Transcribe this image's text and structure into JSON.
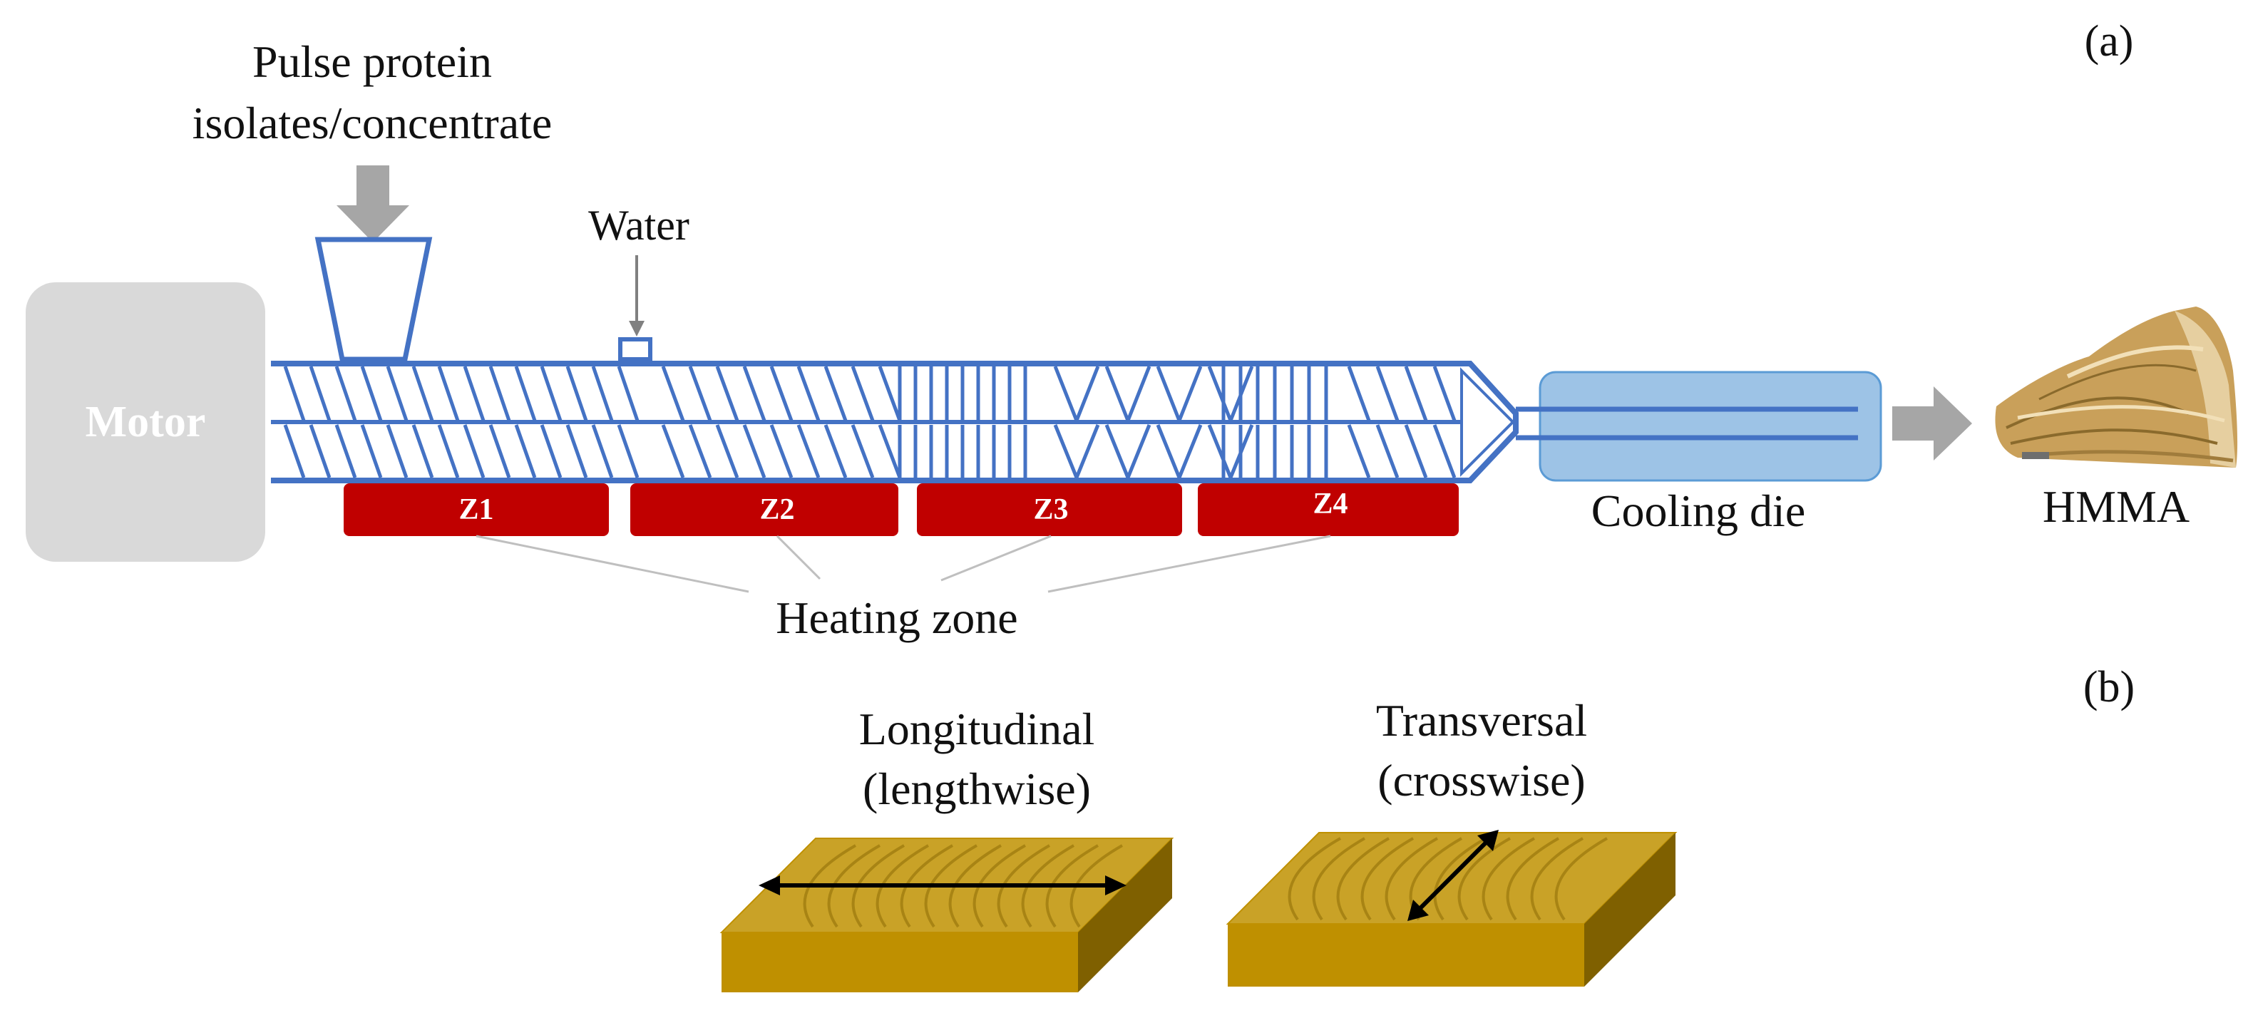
{
  "panel_a": {
    "panel_label": "(a)",
    "input_label_line1": "Pulse protein",
    "input_label_line2": "isolates/concentrate",
    "water_label": "Water",
    "motor_label": "Motor",
    "zones": [
      "Z1",
      "Z2",
      "Z3",
      "Z4"
    ],
    "heating_zone_label": "Heating zone",
    "cooling_die_label": "Cooling die",
    "product_label": "HMMA"
  },
  "panel_b": {
    "panel_label": "(b)",
    "longitudinal_line1": "Longitudinal",
    "longitudinal_line2": "(lengthwise)",
    "transversal_line1": "Transversal",
    "transversal_line2": "(crosswise)"
  },
  "colors": {
    "screw": "#4472C4",
    "zone": "#C00000",
    "motor": "#D9D9D9",
    "cooling_die": "#9DC3E6",
    "arrow": "#A6A6A6",
    "block_top": "#C9A227",
    "block_front": "#BF9000",
    "block_side": "#7F6000"
  }
}
